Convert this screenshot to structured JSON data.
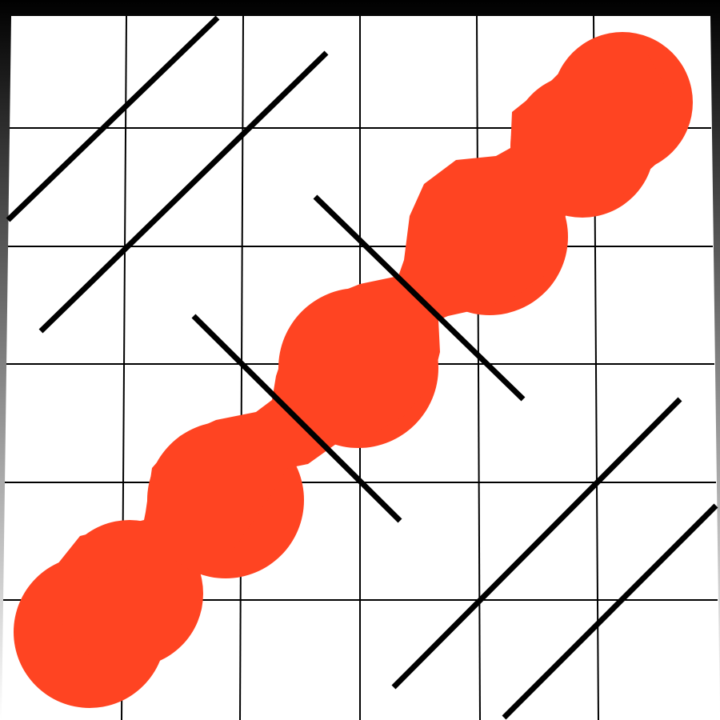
{
  "colors": {
    "accent_blob": "#FF4422",
    "grid_line": "#000000",
    "stroke": "#000000",
    "panel": "#FFFFFF",
    "frame_top": "#000000",
    "frame_bottom": "#FFFFFF"
  },
  "composition": {
    "grid": {
      "rows": 6,
      "cols": 6
    },
    "shapes": [
      "diagonal-stripe",
      "diagonal-stripe",
      "diagonal-stripe",
      "diagonal-stripe",
      "crossing-stroke",
      "crossing-stroke",
      "wavy-blob"
    ]
  }
}
